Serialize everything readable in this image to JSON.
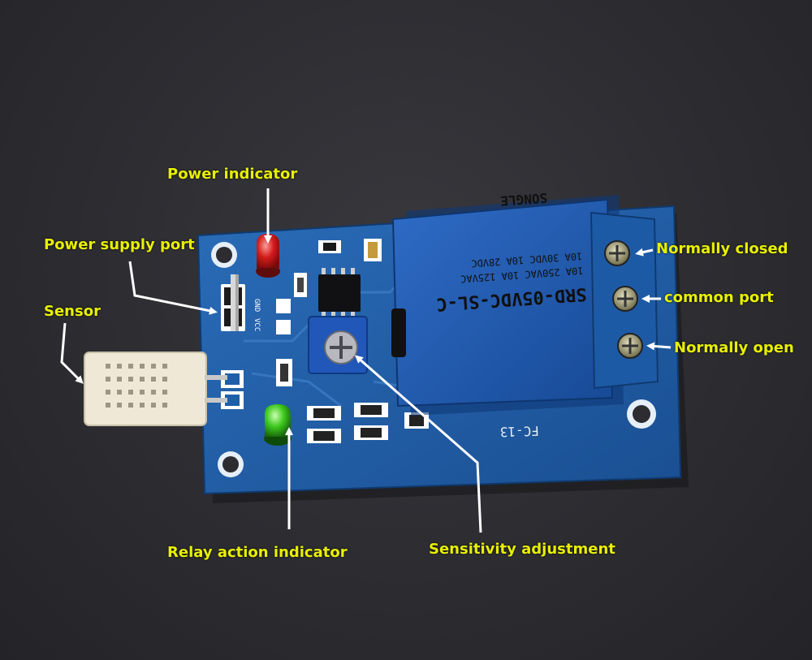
{
  "labels": {
    "power_indicator": "Power indicator",
    "power_supply_port": "Power supply port",
    "sensor": "Sensor",
    "normally_closed": "Normally closed",
    "common_port": "common port",
    "normally_open": "Normally open",
    "relay_action_indicator": "Relay action indicator",
    "sensitivity_adjustment": "Sensitivity adjustment"
  },
  "relay_markings": {
    "model": "SRD-05VDC-SL-C",
    "line1": "10A 250VAC  10A 125VAC",
    "line2": "10A 30VDC  10A 28VDC",
    "brand": "SONGLE"
  },
  "board_markings": {
    "model": "FC-13",
    "vcc": "VCC",
    "gnd": "GND"
  },
  "colors": {
    "label": "#e8f000",
    "pcb": "#1f5fa8",
    "relay": "#1c55a8",
    "terminal": "#1d5aa6",
    "background": "#2c2c31"
  }
}
